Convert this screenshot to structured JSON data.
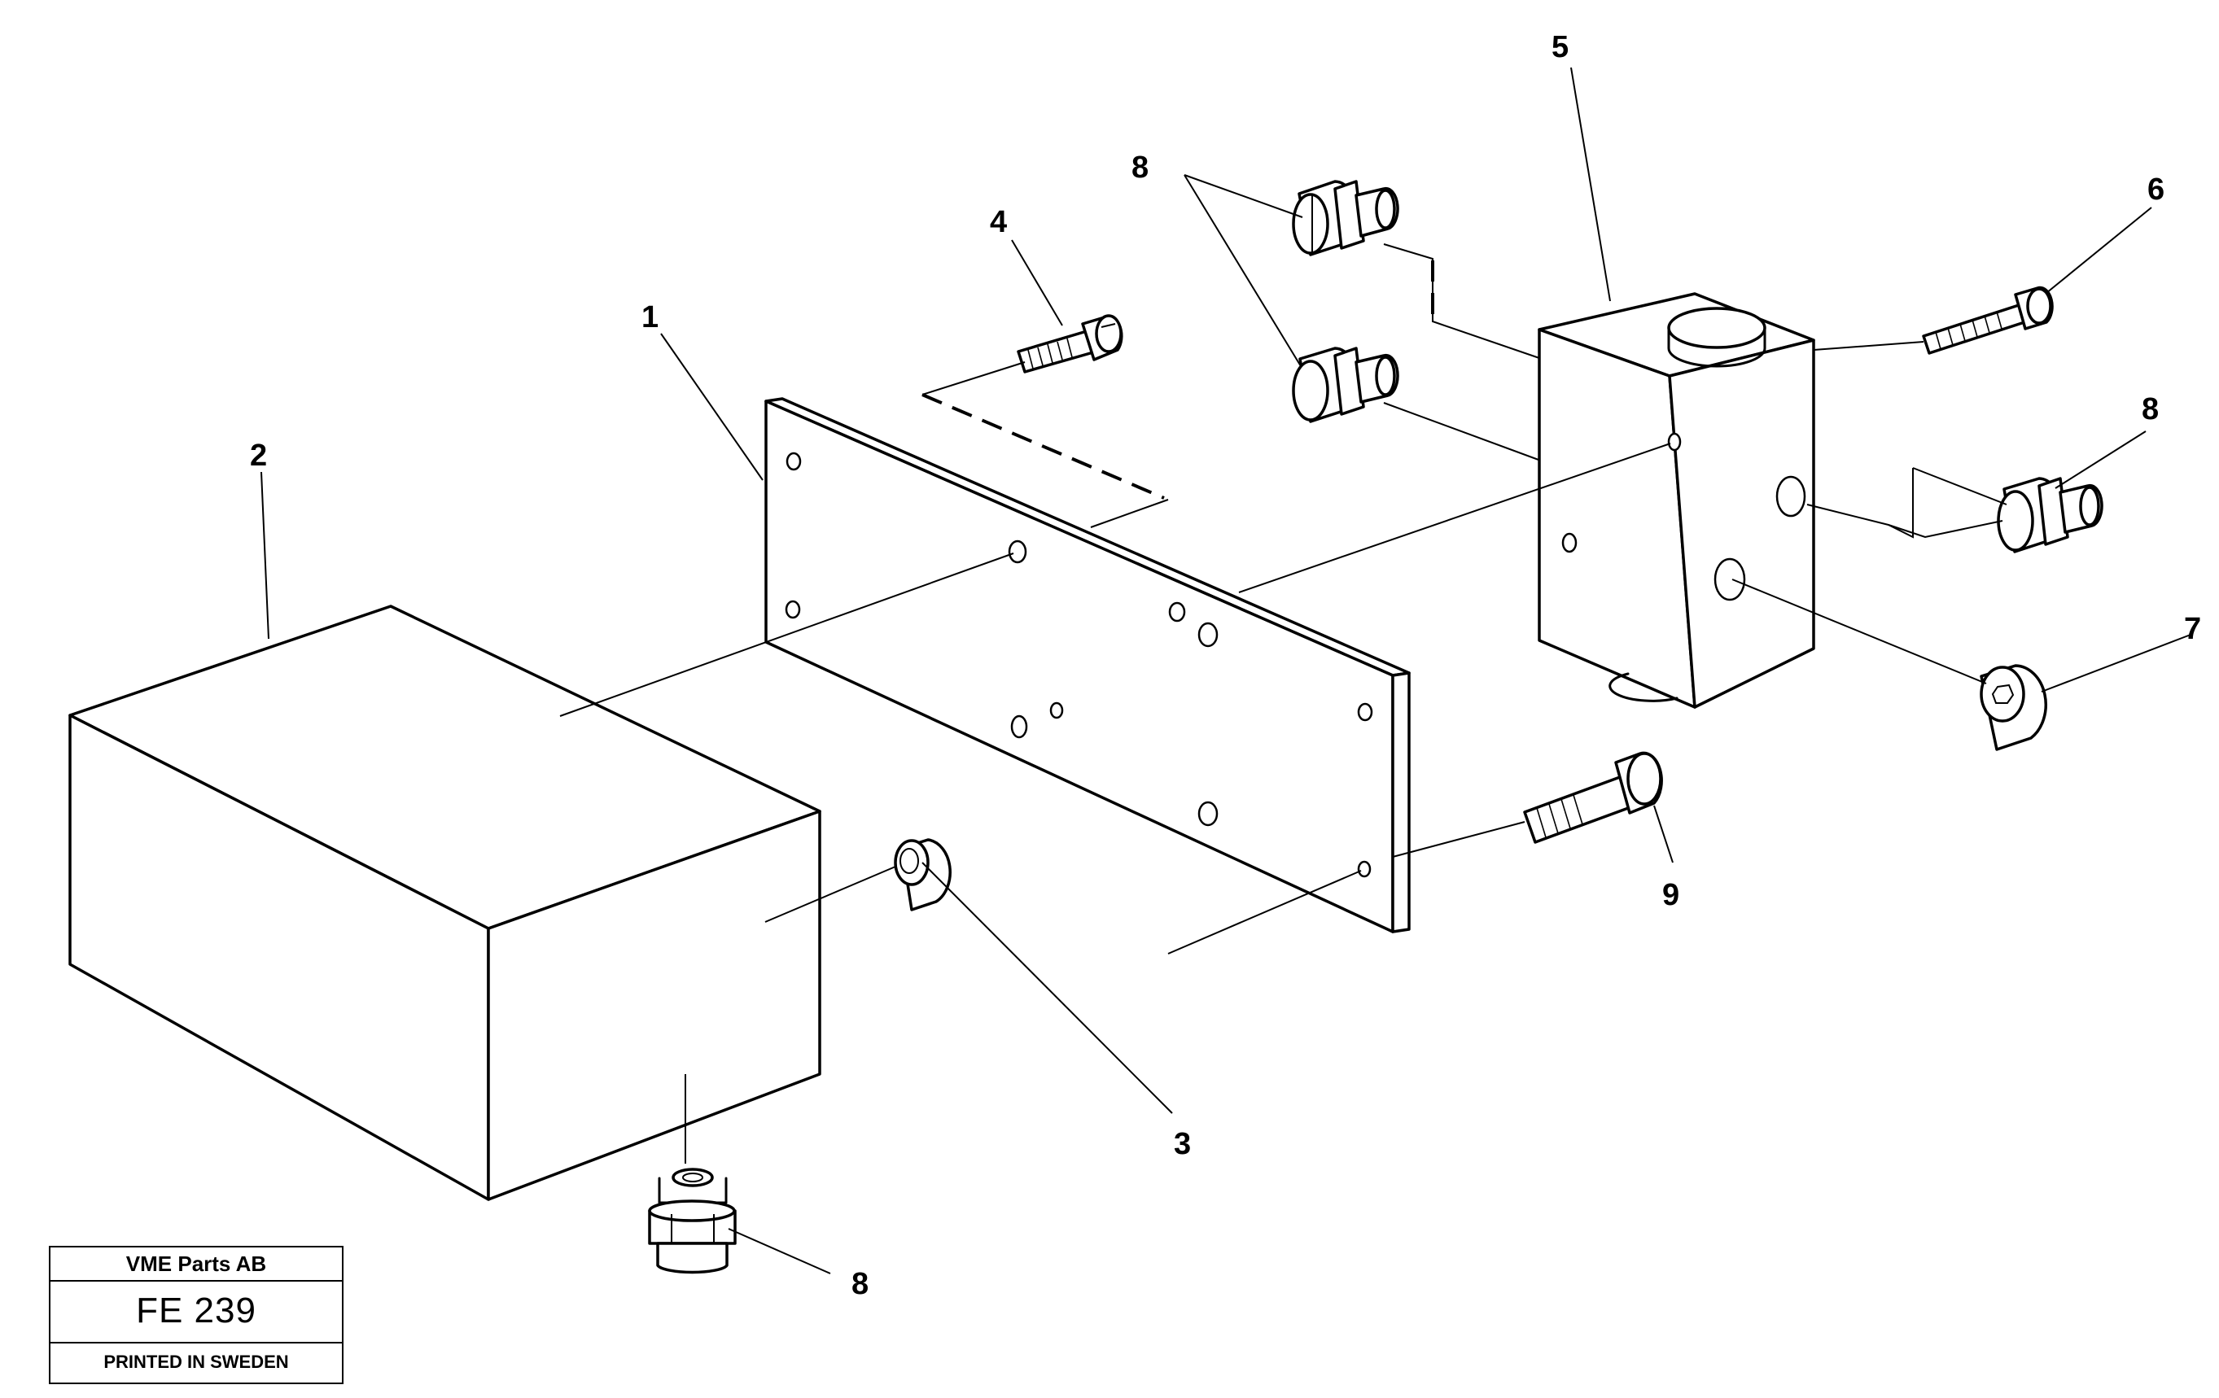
{
  "callouts": {
    "c1": "1",
    "c2": "2",
    "c3": "3",
    "c4": "4",
    "c5": "5",
    "c6": "6",
    "c7": "7",
    "c8a": "8",
    "c8b": "8",
    "c8c": "8",
    "c9": "9"
  },
  "title_block": {
    "company": "VME Parts AB",
    "code": "FE 239",
    "printed": "PRINTED IN SWEDEN"
  }
}
